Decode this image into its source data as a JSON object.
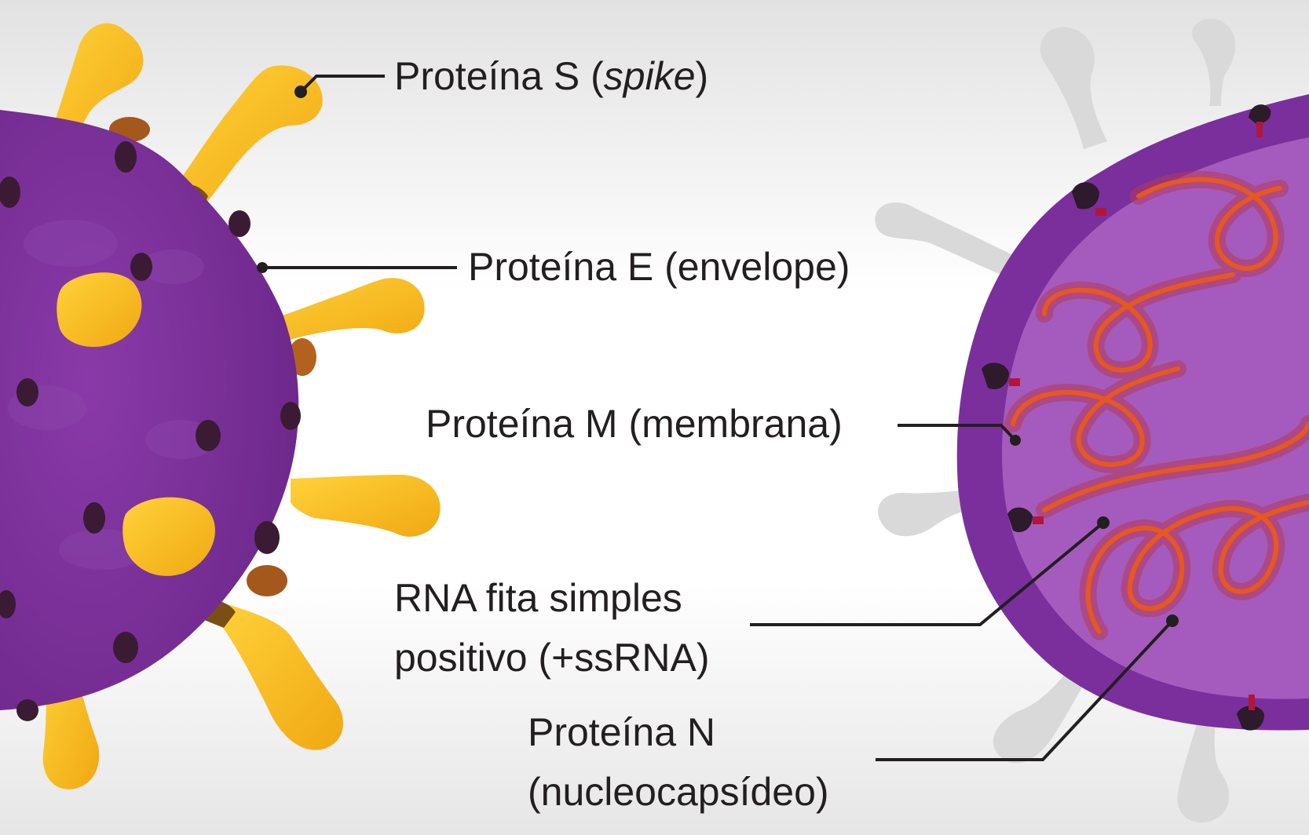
{
  "colors": {
    "background_top": "#e4e4e4",
    "background_mid": "#ffffff",
    "virus_purple": "#7b2f9c",
    "virus_purple_dark": "#5e1f7d",
    "virus_interior": "#a55bbd",
    "protein_e_dark": "#3a1b33",
    "spike_yellow": "#f6b81a",
    "spike_stem": "#7a4f14",
    "spike_ghost": "#d9d9d9",
    "rna_orange": "#e8571c",
    "leader_line": "#231f20"
  },
  "labels": {
    "spike": {
      "prefix": "Proteína S (",
      "italic": "spike",
      "suffix": ")"
    },
    "envelope": "Proteína E (envelope)",
    "membrane": "Proteína M (membrana)",
    "rna_line1": "RNA fita simples",
    "rna_line2": "positivo (+ssRNA)",
    "n_line1": "Proteína N",
    "n_line2": "(nucleocapsídeo)"
  }
}
